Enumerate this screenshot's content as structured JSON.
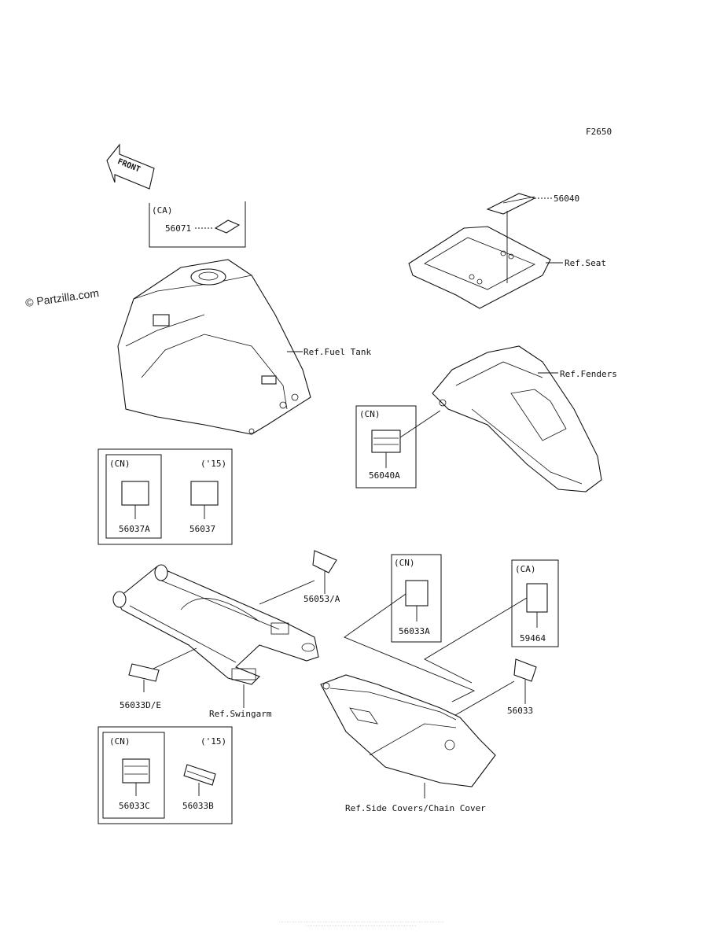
{
  "figure_code": "F2650",
  "watermark": "© Partzilla.com",
  "front_label": "FRONT",
  "footer_text": "",
  "references": {
    "seat": "Ref.Seat",
    "fuel_tank": "Ref.Fuel Tank",
    "fenders": "Ref.Fenders",
    "swingarm": "Ref.Swingarm",
    "side_covers": "Ref.Side Covers/Chain Cover"
  },
  "groups": {
    "ca_top": {
      "region": "(CA)",
      "part": "56071"
    },
    "cn_fender": {
      "region": "(CN)",
      "part": "56040A"
    },
    "cn_37a": {
      "region": "(CN)",
      "part": "56037A"
    },
    "y15_37": {
      "region": "('15)",
      "part": "56037"
    },
    "cn_33a": {
      "region": "(CN)",
      "part": "56033A"
    },
    "ca_59464": {
      "region": "(CA)",
      "part": "59464"
    },
    "cn_33c": {
      "region": "(CN)",
      "part": "56033C"
    },
    "y15_33b": {
      "region": "('15)",
      "part": "56033B"
    }
  },
  "parts": {
    "p56040": "56040",
    "p56053": "56053/A",
    "p56033": "56033",
    "p56033d": "56033D/E"
  }
}
